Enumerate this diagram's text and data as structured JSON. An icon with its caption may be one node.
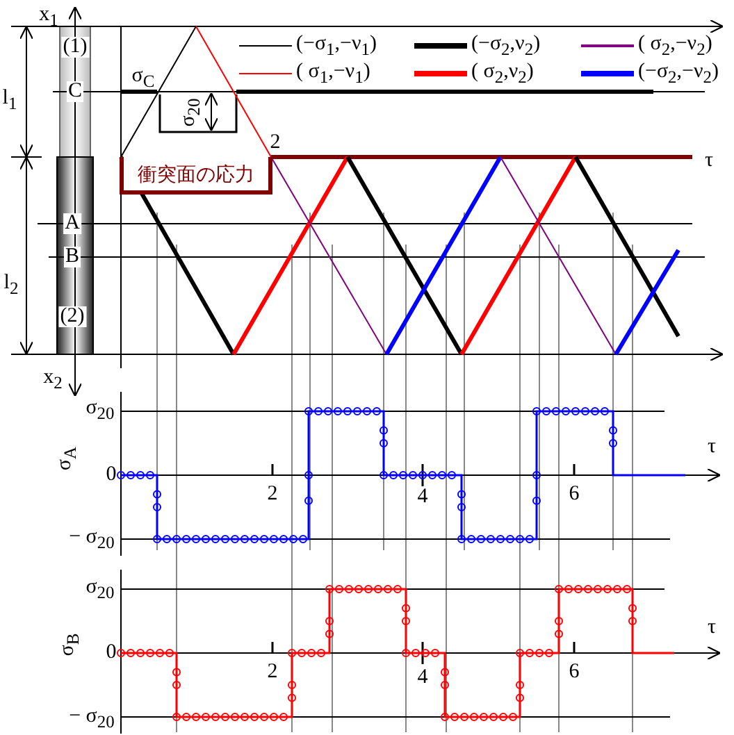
{
  "diagram": {
    "nodes": [
      {
        "text": [
          "衝突面の応力"
        ]
      }
    ],
    "labels": [
      "x$_{1}$",
      "(1)",
      "l$_{1}$",
      "C",
      "σ$_{C}$",
      "σ$_{20}$",
      "2",
      "τ",
      "A",
      "B",
      "l$_{2}$",
      "(2)",
      "x$_{2}$",
      "σ$_{20}$",
      "σ$_{A}$",
      "0",
      "2",
      "τ",
      "4",
      "6",
      "− σ$_{20}$",
      "σ$_{20}$",
      "σ$_{B}$",
      "τ",
      "0",
      "2",
      "4",
      "6",
      "− σ$_{20}$"
    ],
    "legend": [
      {
        "text": "(−σ$_{1}$,−ν$_{1}$)"
      },
      {
        "text": "(−σ$_{2}$,ν$_{2}$)"
      },
      {
        "text": "( σ$_{2}$,−ν$_{2}$)"
      },
      {
        "text": "( σ$_{1}$,−ν$_{1}$)"
      },
      {
        "text": "( σ$_{2}$,ν$_{2}$)"
      },
      {
        "text": "(−σ$_{2}$,−ν$_{2}$)"
      }
    ]
  }
}
